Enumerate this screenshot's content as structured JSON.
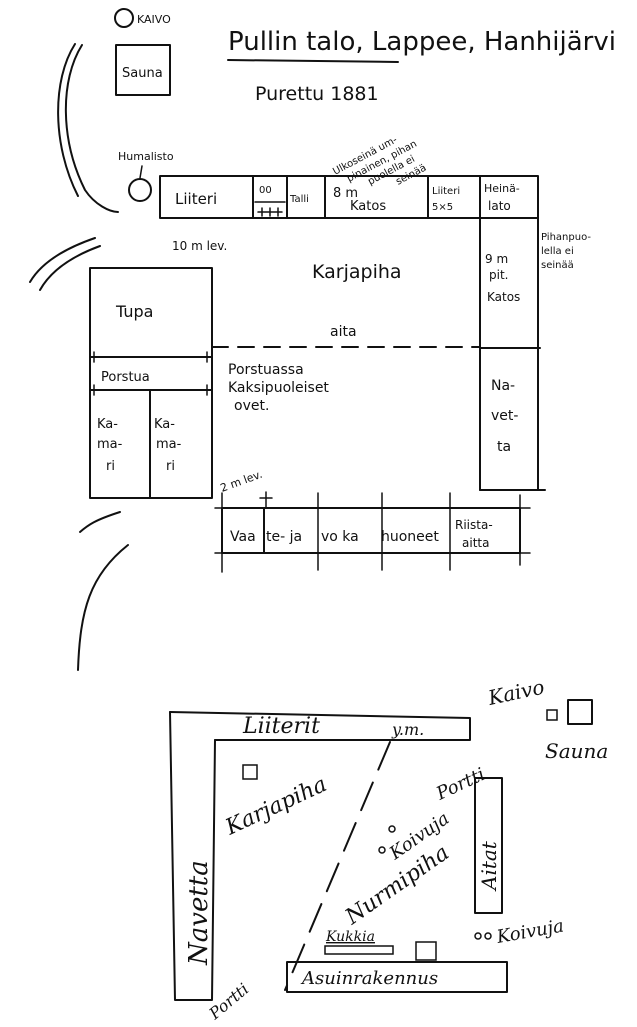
{
  "plan1": {
    "title": "Pullin talo, Lappee, Hanhijärvi",
    "subtitle": "Purettu 1881",
    "kaivo": "KAIVO",
    "sauna": "Sauna",
    "humalisto": "Humalisto",
    "wall_note_1": "Ulkoseinä um-",
    "wall_note_2": "pinainen, pihan",
    "wall_note_3": "puolella ei",
    "wall_note_4": "seinää",
    "liiteri": "Liiteri",
    "toilet": "00",
    "talli": "Talli",
    "katos_8m_1": "8 m",
    "katos_8m_2": "Katos",
    "liiteri_small_1": "Liiteri",
    "liiteri_small_2": "5×5",
    "heinalato_1": "Heinä-",
    "heinalato_2": "lato",
    "pihan_note_1": "Pihanpuo-",
    "pihan_note_2": "lella ei",
    "pihan_note_3": "seinää",
    "width_10m": "10 m lev.",
    "karjapiha": "Karjapiha",
    "katos_9m_1": "9 m",
    "katos_9m_2": "pit.",
    "katos_9m_3": "Katos",
    "tupa": "Tupa",
    "aita": "aita",
    "porstua": "Porstua",
    "porstua_note_1": "Porstuassa",
    "porstua_note_2": "Kaksipuoleiset",
    "porstua_note_3": "ovet.",
    "navetta_1": "Na-",
    "navetta_2": "vet-",
    "navetta_3": "ta",
    "kamari_1a": "Ka-",
    "kamari_1b": "ma-",
    "kamari_1c": "ri",
    "kamari_2a": "Ka-",
    "kamari_2b": "ma-",
    "kamari_2c": "ri",
    "width_2m": "2 m lev.",
    "vaate_1": "Vaa",
    "vaate_2": "te- ja",
    "vaate_3": "vo ka",
    "vaate_4": "huoneet",
    "riista_1": "Riista-",
    "riista_2": "aitta"
  },
  "plan2": {
    "kaivo": "Kaivo",
    "sauna": "Sauna",
    "liiterit": "Liiterit",
    "ym": "y.m.",
    "portti_top": "Portti",
    "karjapiha": "Karjapiha",
    "navetta": "Navetta",
    "koivuja_1": "Koivuja",
    "nurmipiha": "Nurmipiha",
    "aitat": "Aitat",
    "kukkia": "Kukkia",
    "koivuja_2": "Koivuja",
    "portti_bottom": "Portti",
    "asuinrakennus": "Asuinrakennus"
  }
}
